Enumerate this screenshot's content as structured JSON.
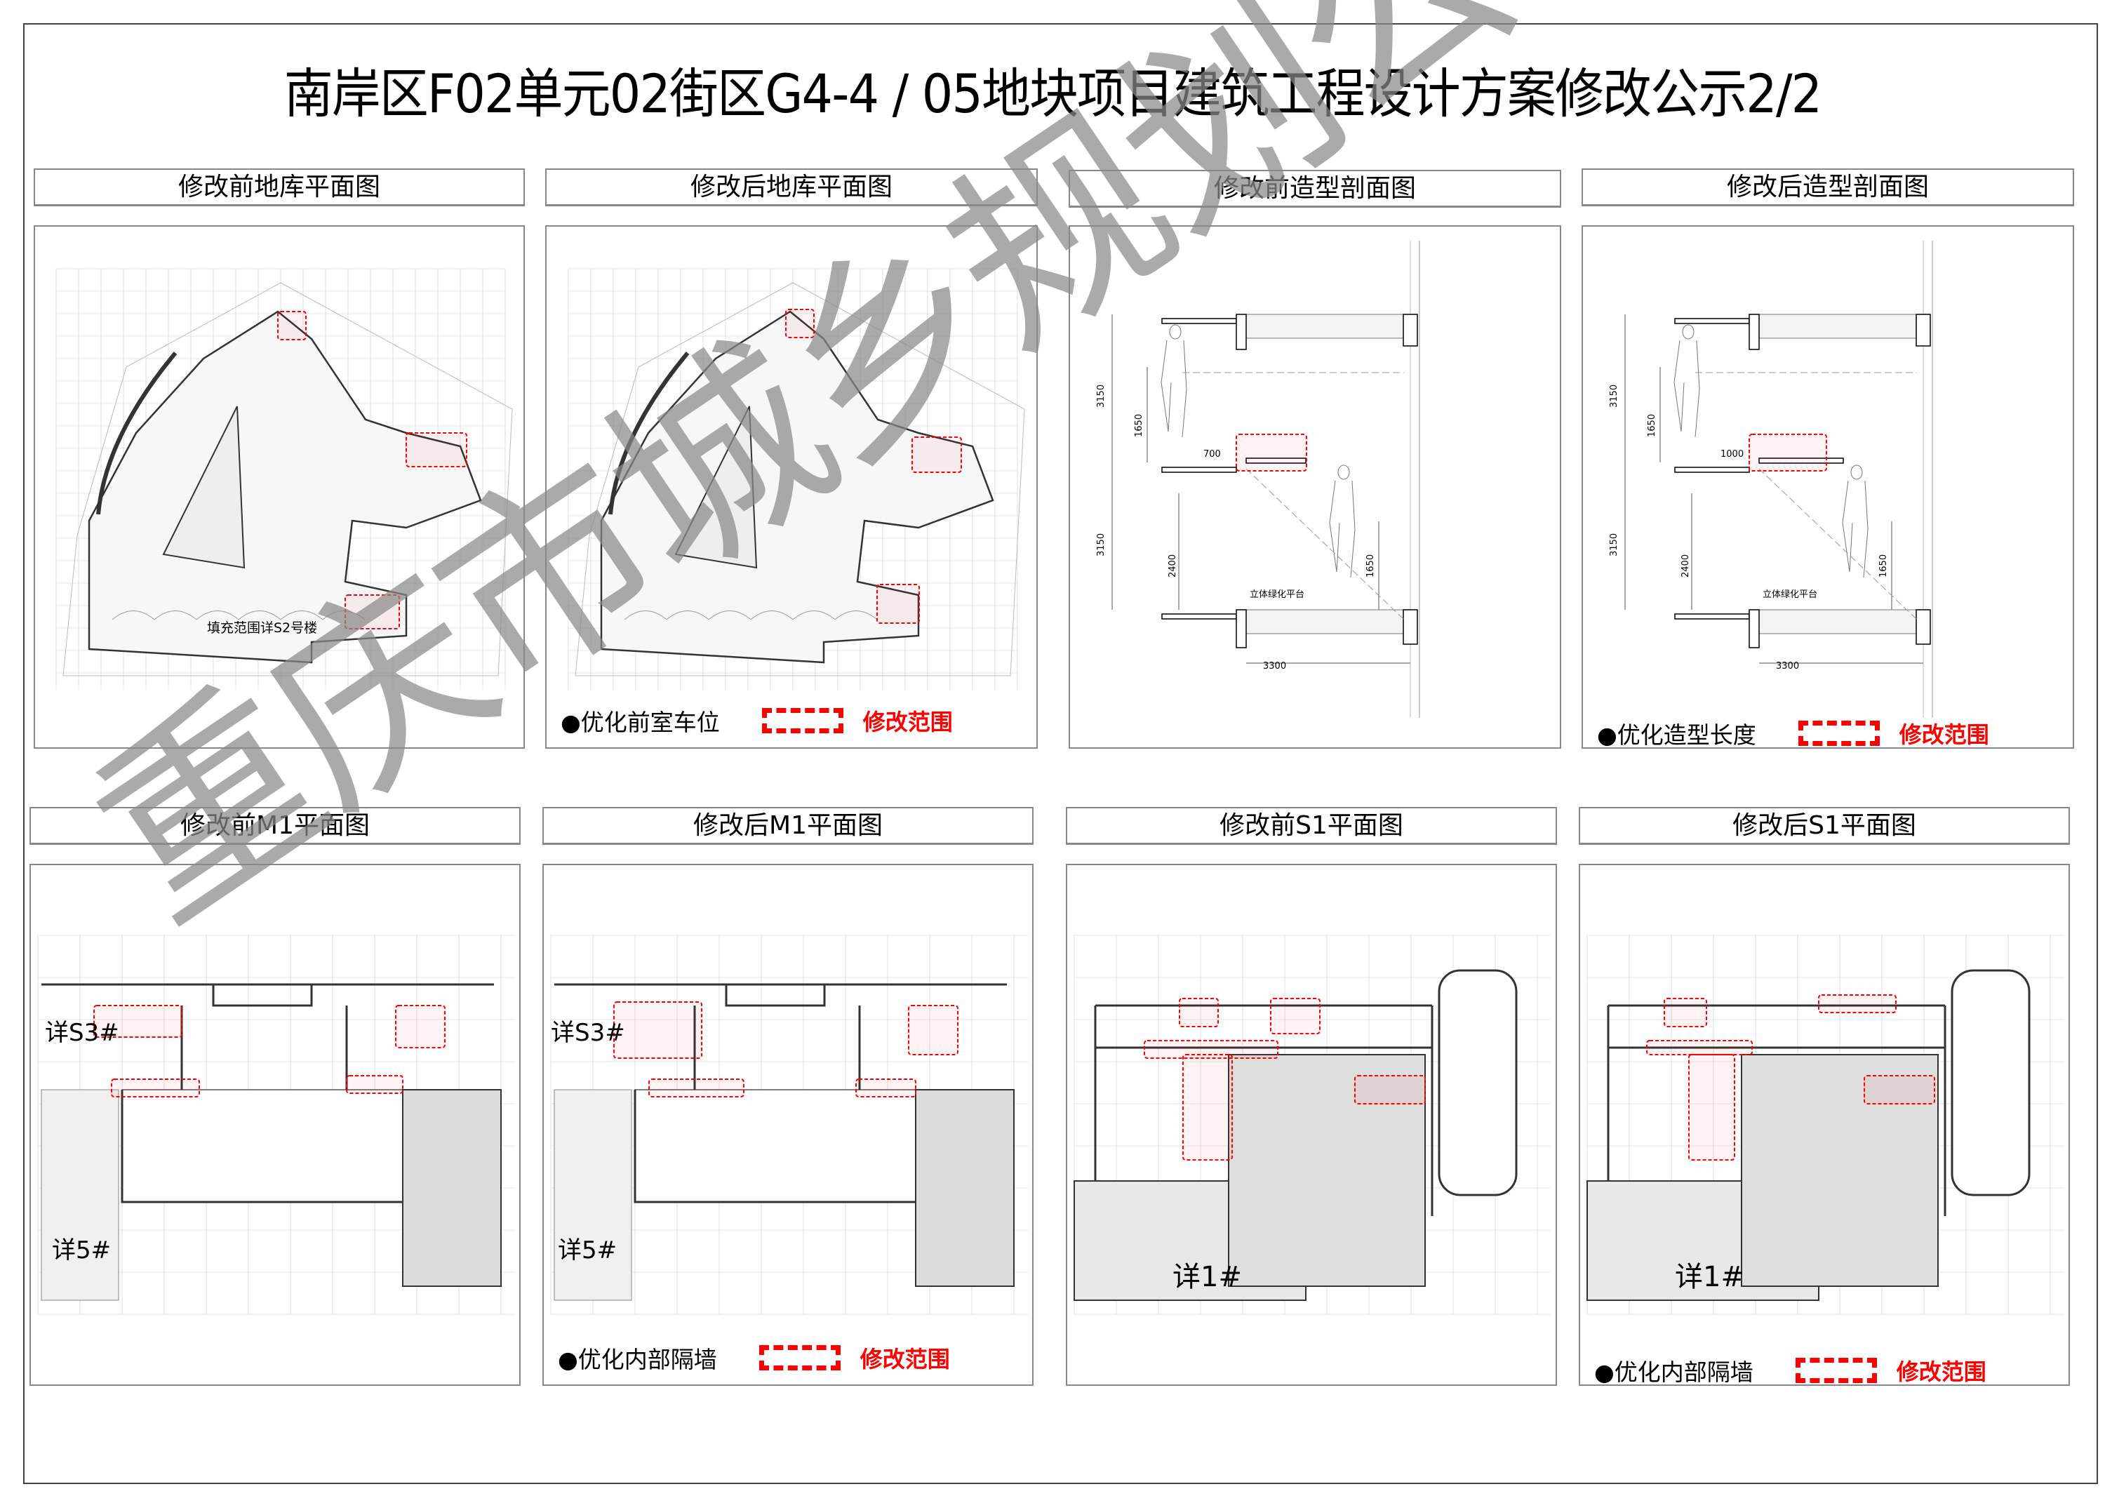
{
  "title": "南岸区F02单元02街区G4-4 / 05地块项目建筑工程设计方案修改公示2/2",
  "panels": [
    {
      "header": "修改前地库平面图",
      "label": "填充范围详S2号楼"
    },
    {
      "header": "修改后地库平面图",
      "legend_text": "●优化前室车位",
      "legend_mark": "修改范围"
    },
    {
      "header": "修改前造型剖面图",
      "dims": {
        "h_total_top": "3150",
        "h_person_top": "1650",
        "cantilever": "700",
        "h_total_bottom": "3150",
        "h_glass": "2400",
        "h_person_bottom": "1650",
        "width": "3300"
      },
      "label": "立体绿化平台"
    },
    {
      "header": "修改后造型剖面图",
      "dims": {
        "h_total_top": "3150",
        "h_person_top": "1650",
        "cantilever": "1000",
        "h_total_bottom": "3150",
        "h_glass": "2400",
        "h_person_bottom": "1650",
        "width": "3300"
      },
      "label": "立体绿化平台",
      "legend_text": "●优化造型长度",
      "legend_mark": "修改范围"
    },
    {
      "header": "修改前M1平面图",
      "detail_a": "详S3#",
      "detail_b": "详5#"
    },
    {
      "header": "修改后M1平面图",
      "detail_a": "详S3#",
      "detail_b": "详5#",
      "legend_text": "●优化内部隔墙",
      "legend_mark": "修改范围"
    },
    {
      "header": "修改前S1平面图",
      "detail_a": "详1#"
    },
    {
      "header": "修改后S1平面图",
      "detail_a": "详1#",
      "legend_text": "●优化内部隔墙",
      "legend_mark": "修改范围"
    }
  ],
  "watermark": "重庆市城乡规划公示用图",
  "colors": {
    "highlight": "#ff0000",
    "watermark": "#8a8a8a",
    "line": "#555555"
  }
}
